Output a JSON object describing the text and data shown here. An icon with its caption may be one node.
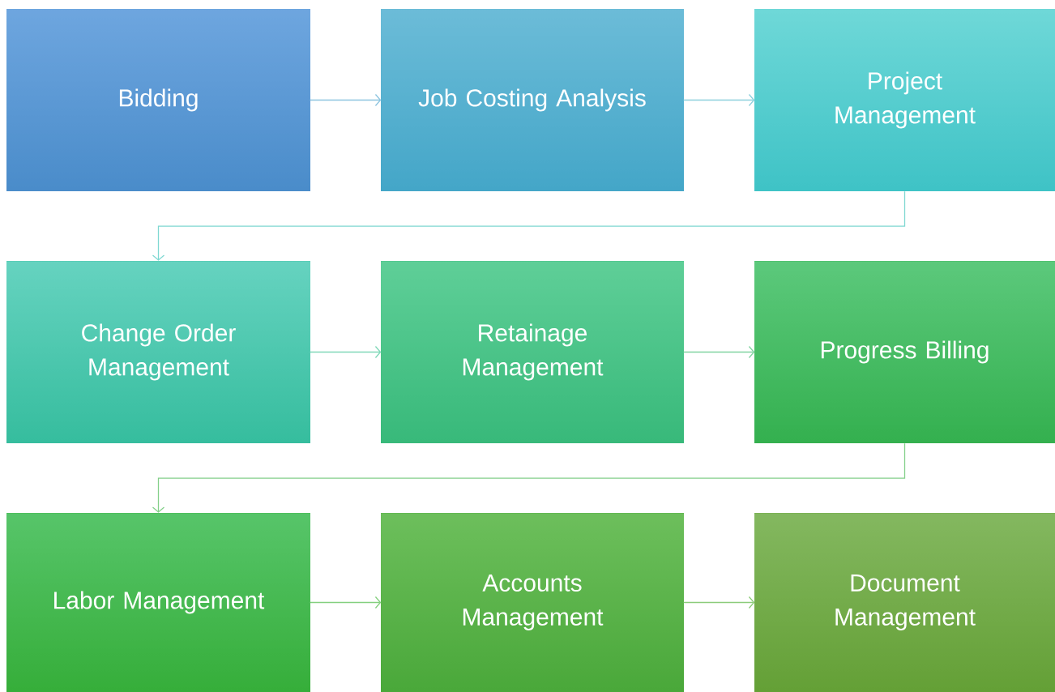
{
  "diagram": {
    "nodes": [
      {
        "text": [
          "Bidding"
        ]
      },
      {
        "text": [
          "Job Costing Analysis"
        ]
      },
      {
        "text": [
          "Project Management"
        ]
      },
      {
        "text": [
          "Change Order Management"
        ]
      },
      {
        "text": [
          "Retainage Management"
        ]
      },
      {
        "text": [
          "Progress Billing"
        ]
      },
      {
        "text": [
          "Labor Management"
        ]
      },
      {
        "text": [
          "Accounts Management"
        ]
      },
      {
        "text": [
          "Document Management"
        ]
      }
    ],
    "edges": [
      {
        "from": 0,
        "to": 1,
        "arrow": "to",
        "color": "#8cc4df"
      },
      {
        "from": 1,
        "to": 2,
        "arrow": "to",
        "color": "#8cd0dc"
      },
      {
        "from": 2,
        "to": 3,
        "arrow": "to",
        "color": "#7fd8d2"
      },
      {
        "from": 3,
        "to": 4,
        "arrow": "to",
        "color": "#80d8b8"
      },
      {
        "from": 4,
        "to": 5,
        "arrow": "to",
        "color": "#80d4a0"
      },
      {
        "from": 5,
        "to": 6,
        "arrow": "to",
        "color": "#84d08a"
      },
      {
        "from": 6,
        "to": 7,
        "arrow": "to",
        "color": "#84d07e"
      },
      {
        "from": 7,
        "to": 8,
        "arrow": "to",
        "color": "#8ccc7a"
      }
    ]
  }
}
